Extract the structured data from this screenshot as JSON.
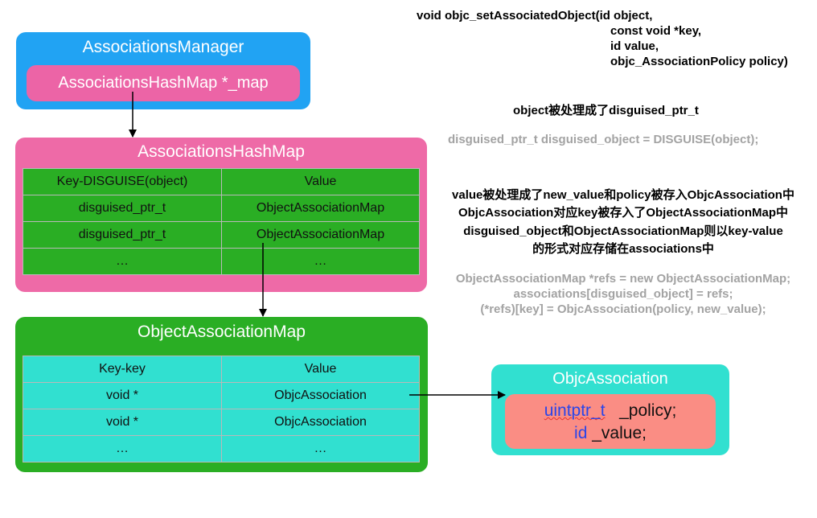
{
  "associations_manager": {
    "title": "AssociationsManager",
    "field": "AssociationsHashMap *_map"
  },
  "associations_hash_map": {
    "title": "AssociationsHashMap",
    "rows": [
      [
        "Key-DISGUISE(object)",
        "Value"
      ],
      [
        "disguised_ptr_t",
        "ObjectAssociationMap"
      ],
      [
        "disguised_ptr_t",
        "ObjectAssociationMap"
      ],
      [
        "…",
        "…"
      ]
    ]
  },
  "object_association_map": {
    "title": "ObjectAssociationMap",
    "rows": [
      [
        "Key-key",
        "Value"
      ],
      [
        "void *",
        "ObjcAssociation"
      ],
      [
        "void *",
        "ObjcAssociation"
      ],
      [
        "…",
        "…"
      ]
    ]
  },
  "objc_association": {
    "title": "ObjcAssociation",
    "line1_type": "uintptr_t",
    "line1_rest": "_policy;",
    "line2_type": "id",
    "line2_rest": "_value;"
  },
  "annotations": {
    "signature": [
      "void objc_setAssociatedObject(id object,",
      "const void *key,",
      "id value,",
      "objc_AssociationPolicy policy)"
    ],
    "object_note": "object被处理成了disguised_ptr_t",
    "disguise_code": "disguised_ptr_t disguised_object = DISGUISE(object);",
    "value_note": [
      "value被处理成了new_value和policy被存入ObjcAssociation中",
      "ObjcAssociation对应key被存入了ObjectAssociationMap中",
      "disguised_object和ObjectAssociationMap则以key-value",
      "的形式对应存储在associations中"
    ],
    "refs_code": [
      "ObjectAssociationMap *refs = new ObjectAssociationMap;",
      "associations[disguised_object] = refs;",
      "(*refs)[key] = ObjcAssociation(policy, new_value);"
    ]
  },
  "colors": {
    "manager_blue": "#21a3f3",
    "pink": "#ee6aa7",
    "green": "#2aae24",
    "cyan": "#31e0d0",
    "salmon": "#fa8d84",
    "keyword_blue": "#2b45e8",
    "gray_code": "#a3a3a3"
  }
}
